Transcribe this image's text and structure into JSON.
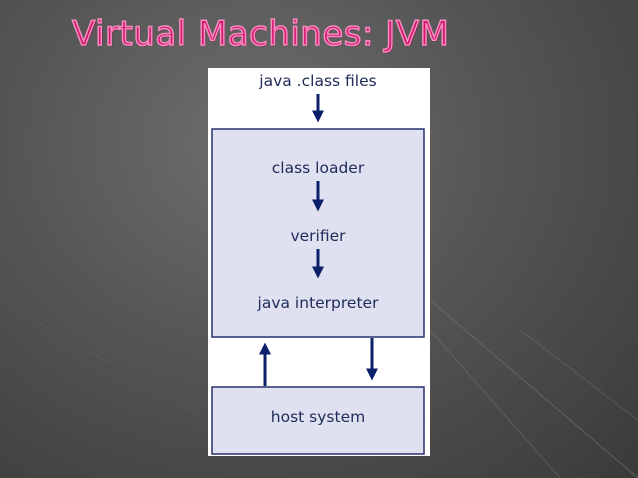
{
  "slide": {
    "title": "Virtual Machines: JVM"
  },
  "diagram": {
    "input_label": "java .class files",
    "jvm_box": {
      "steps": [
        "class loader",
        "verifier",
        "java interpreter"
      ]
    },
    "host_label": "host system",
    "colors": {
      "box_fill": "#dfe1f1",
      "box_stroke": "#27306e",
      "arrow": "#0c1f6a",
      "text": "#202c5a",
      "title": "#d4186e"
    }
  }
}
